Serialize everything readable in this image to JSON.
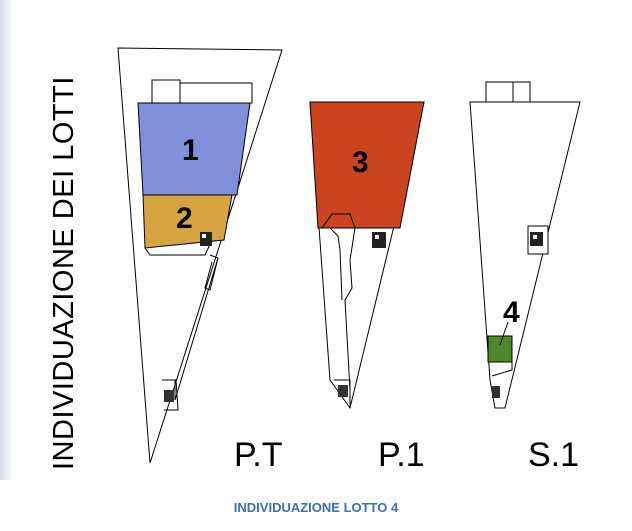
{
  "title": "INDIVIDUAZIONE DEI LOTTI",
  "caption": "INDIVIDUAZIONE LOTTO 4",
  "floors": [
    {
      "label": "P.T"
    },
    {
      "label": "P.1"
    },
    {
      "label": "S.1"
    }
  ],
  "lots": [
    {
      "label": "1",
      "color": "#7f8fd9",
      "floor": "P.T"
    },
    {
      "label": "2",
      "color": "#d6a541",
      "floor": "P.T"
    },
    {
      "label": "3",
      "color": "#c9441f",
      "floor": "P.1"
    },
    {
      "label": "4",
      "color": "#4e8a2c",
      "floor": "S.1"
    }
  ]
}
